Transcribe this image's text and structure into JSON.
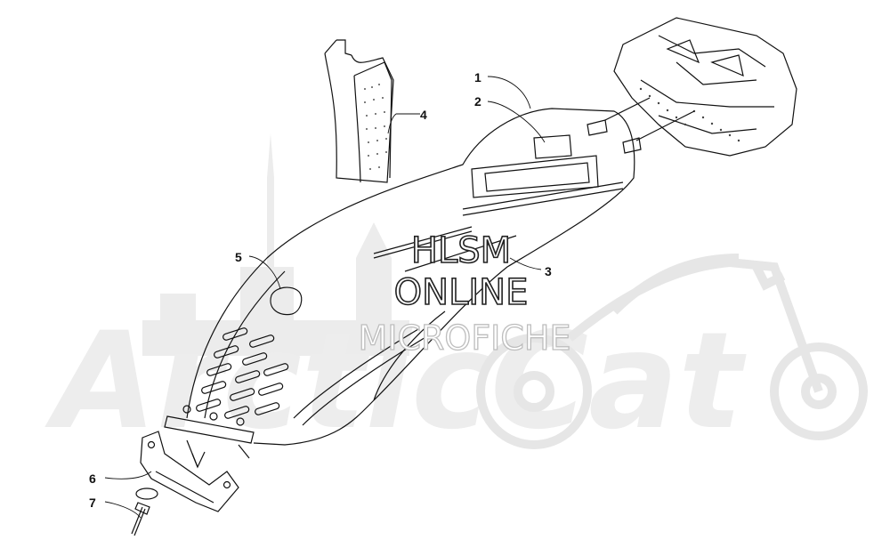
{
  "watermark": {
    "line1": "HLSM",
    "line2": "ONLINE",
    "line3": "MICROFICHE",
    "background_brand": "ArcticCat"
  },
  "callouts": [
    {
      "id": "1",
      "label": "1"
    },
    {
      "id": "2",
      "label": "2"
    },
    {
      "id": "3",
      "label": "3"
    },
    {
      "id": "4",
      "label": "4"
    },
    {
      "id": "5",
      "label": "5"
    },
    {
      "id": "6",
      "label": "6"
    },
    {
      "id": "7",
      "label": "7"
    }
  ],
  "colors": {
    "line": "#111111",
    "watermark_gray": "#e6e6e6"
  },
  "icons": [
    "motorcycle-watermark-icon",
    "city-skyline-watermark-icon"
  ]
}
